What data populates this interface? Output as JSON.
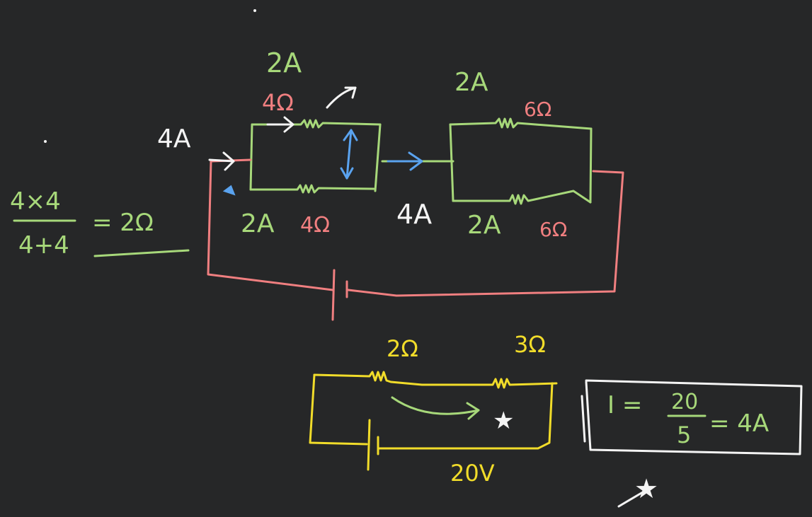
{
  "colors": {
    "background": "#262728",
    "green": "#a7d87a",
    "pink": "#f07f80",
    "white": "#f4f4f4",
    "blue": "#5aa3ef",
    "yellow": "#f1dc2a"
  },
  "labels": {
    "top_left_current": "2A",
    "top_left_resistor": "4Ω",
    "bottom_left_current": "2A",
    "bottom_left_resistor": "4Ω",
    "top_right_current": "2A",
    "top_right_resistor": "6Ω",
    "bottom_right_current": "2A",
    "bottom_right_resistor": "6Ω",
    "input_current": "4A",
    "middle_current": "4A"
  },
  "calculation": {
    "numerator": "4×4",
    "denominator": "4+4",
    "result": "= 2Ω"
  },
  "series_circuit": {
    "resistor_1": "2Ω",
    "resistor_2": "3Ω",
    "voltage": "20V"
  },
  "current_formula": {
    "lhs": "I =",
    "numerator": "20",
    "denominator": "5",
    "result": "= 4A"
  },
  "marks": {
    "star_1": "★",
    "star_2": "★"
  }
}
